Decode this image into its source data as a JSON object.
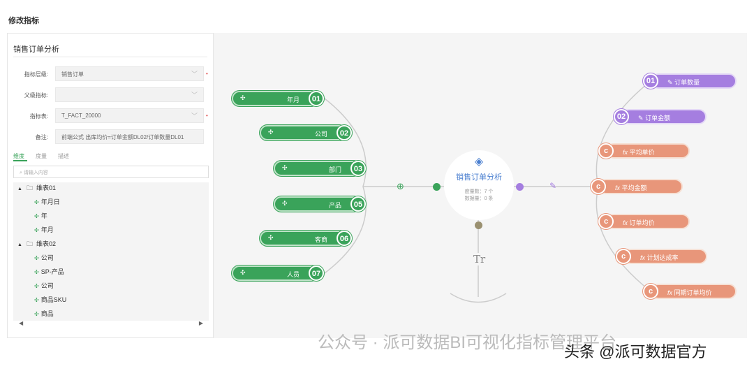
{
  "page_title": "修改指标",
  "panel": {
    "title": "销售订单分析",
    "fields": [
      {
        "label": "指标层级:",
        "value": "销售订单",
        "required": true
      },
      {
        "label": "父级指标:",
        "value": "",
        "required": false
      },
      {
        "label": "指标表:",
        "value": "T_FACT_20000",
        "required": true
      },
      {
        "label": "备注:",
        "value": "前端公式 出库均价=订单金额DL02/订单数量DL01",
        "required": false
      }
    ],
    "tabs": [
      "维度",
      "度量",
      "描述"
    ],
    "active_tab": "维度",
    "search_placeholder": "请输入内容",
    "tree": [
      {
        "label": "维表01",
        "type": "folder"
      },
      {
        "label": "年月日",
        "type": "dim"
      },
      {
        "label": "年",
        "type": "dim"
      },
      {
        "label": "年月",
        "type": "dim"
      },
      {
        "label": "维表02",
        "type": "folder"
      },
      {
        "label": "公司",
        "type": "dim"
      },
      {
        "label": "SP-产品",
        "type": "dim"
      },
      {
        "label": "公司",
        "type": "dim"
      },
      {
        "label": "商品SKU",
        "type": "dim"
      },
      {
        "label": "商品",
        "type": "dim"
      }
    ]
  },
  "mindmap": {
    "center": {
      "title": "销售订单分析",
      "measure_count": "度量数：7 个",
      "data_count": "数据量：0 条"
    },
    "dimensions": [
      {
        "num": "01",
        "label": "年月"
      },
      {
        "num": "02",
        "label": "公司"
      },
      {
        "num": "03",
        "label": "部门"
      },
      {
        "num": "05",
        "label": "产品"
      },
      {
        "num": "06",
        "label": "客商"
      },
      {
        "num": "07",
        "label": "人员"
      }
    ],
    "measures": [
      {
        "badge": "01",
        "label": "订单数量",
        "kind": "base"
      },
      {
        "badge": "02",
        "label": "订单金额",
        "kind": "base"
      },
      {
        "badge": "c",
        "label": "平均单价",
        "kind": "calc"
      },
      {
        "badge": "c",
        "label": "平均金额",
        "kind": "calc"
      },
      {
        "badge": "c",
        "label": "订单均价",
        "kind": "calc"
      },
      {
        "badge": "c",
        "label": "计划达成率",
        "kind": "calc"
      },
      {
        "badge": "c",
        "label": "同期订单均价",
        "kind": "calc"
      }
    ],
    "text_node_icon": "Tr",
    "colors": {
      "dimension": "#3aa35a",
      "base": "#a57ee0",
      "calc": "#e8967a",
      "center_title": "#4a7fd0",
      "text_branch": "#9a9070"
    }
  },
  "watermark": "公众号 · 派可数据BI可视化指标管理平台",
  "watermark2": "头条 @派可数据官方"
}
